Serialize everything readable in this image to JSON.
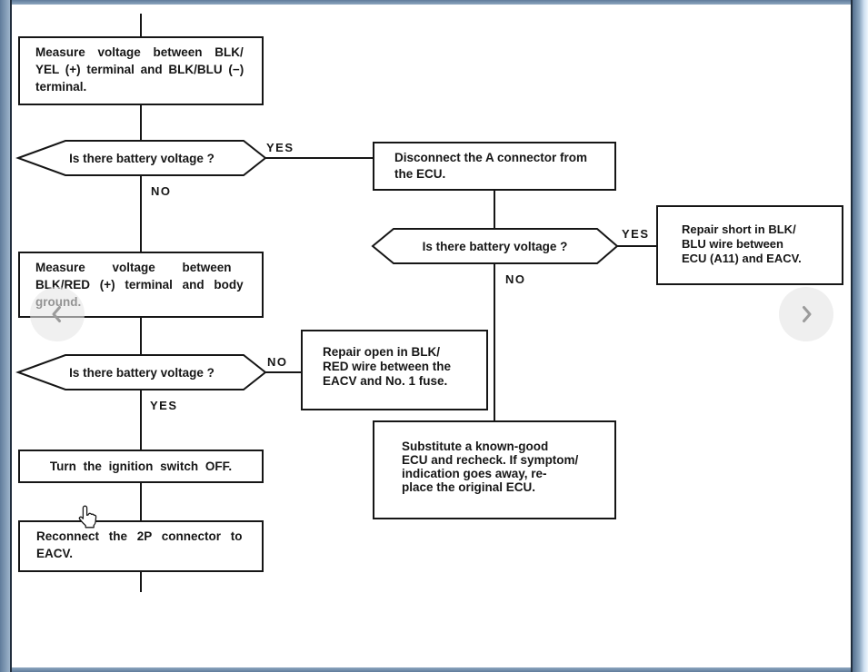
{
  "meta": {
    "ink_color": "#161616",
    "frame_blue": "#6d89a6",
    "frame_dark": "#212e3d",
    "frame_light": "#eef6fe",
    "nav_grey": "#9b9b9b"
  },
  "viewer": {
    "prev_icon": "chevron-left",
    "next_icon": "chevron-right",
    "cursor_icon": "hand-pointer"
  },
  "flowchart": {
    "boxes": [
      {
        "name": "measure-blk-yel",
        "lines": [
          "Measure voltage between BLK/",
          "YEL (+) terminal and BLK/BLU (−)",
          "terminal."
        ]
      },
      {
        "name": "disconnect-a-connector",
        "lines": [
          "Disconnect the A connector from",
          "the ECU."
        ]
      },
      {
        "name": "repair-short-blk-blu",
        "lines": [
          "Repair short in BLK/",
          "BLU wire between",
          "ECU (A11) and EACV."
        ]
      },
      {
        "name": "measure-blk-red",
        "lines": [
          "Measure voltage between",
          "BLK/RED (+) terminal and body",
          "ground."
        ]
      },
      {
        "name": "repair-open-blk-red",
        "lines": [
          "Repair open in BLK/",
          "RED wire between the",
          "EACV and No. 1 fuse."
        ]
      },
      {
        "name": "substitute-ecu",
        "lines": [
          "Substitute a known-good",
          "ECU and recheck. If symptom/",
          "indication goes away, re-",
          "place the original ECU."
        ]
      },
      {
        "name": "turn-ignition-off",
        "lines": [
          "Turn the ignition switch OFF."
        ]
      },
      {
        "name": "reconnect-2p-eacv",
        "lines": [
          "Reconnect the 2P connector to",
          "EACV."
        ]
      }
    ],
    "decisions": [
      {
        "name": "battery-voltage-1",
        "text": "Is there battery voltage ?",
        "right": "YES",
        "down": "NO"
      },
      {
        "name": "battery-voltage-2",
        "text": "Is there battery voltage ?",
        "right": "YES",
        "down": "NO"
      },
      {
        "name": "battery-voltage-3",
        "text": "Is there battery voltage ?",
        "right": "NO",
        "down": "YES"
      }
    ],
    "edges": [
      {
        "from": "battery-voltage-1",
        "label": "YES",
        "to": "disconnect-a-connector"
      },
      {
        "from": "battery-voltage-1",
        "label": "NO",
        "to": "measure-blk-red"
      },
      {
        "from": "battery-voltage-2",
        "label": "YES",
        "to": "repair-short-blk-blu"
      },
      {
        "from": "battery-voltage-2",
        "label": "NO",
        "to": "substitute-ecu"
      },
      {
        "from": "battery-voltage-3",
        "label": "NO",
        "to": "repair-open-blk-red"
      },
      {
        "from": "battery-voltage-3",
        "label": "YES",
        "to": "turn-ignition-off"
      }
    ]
  }
}
